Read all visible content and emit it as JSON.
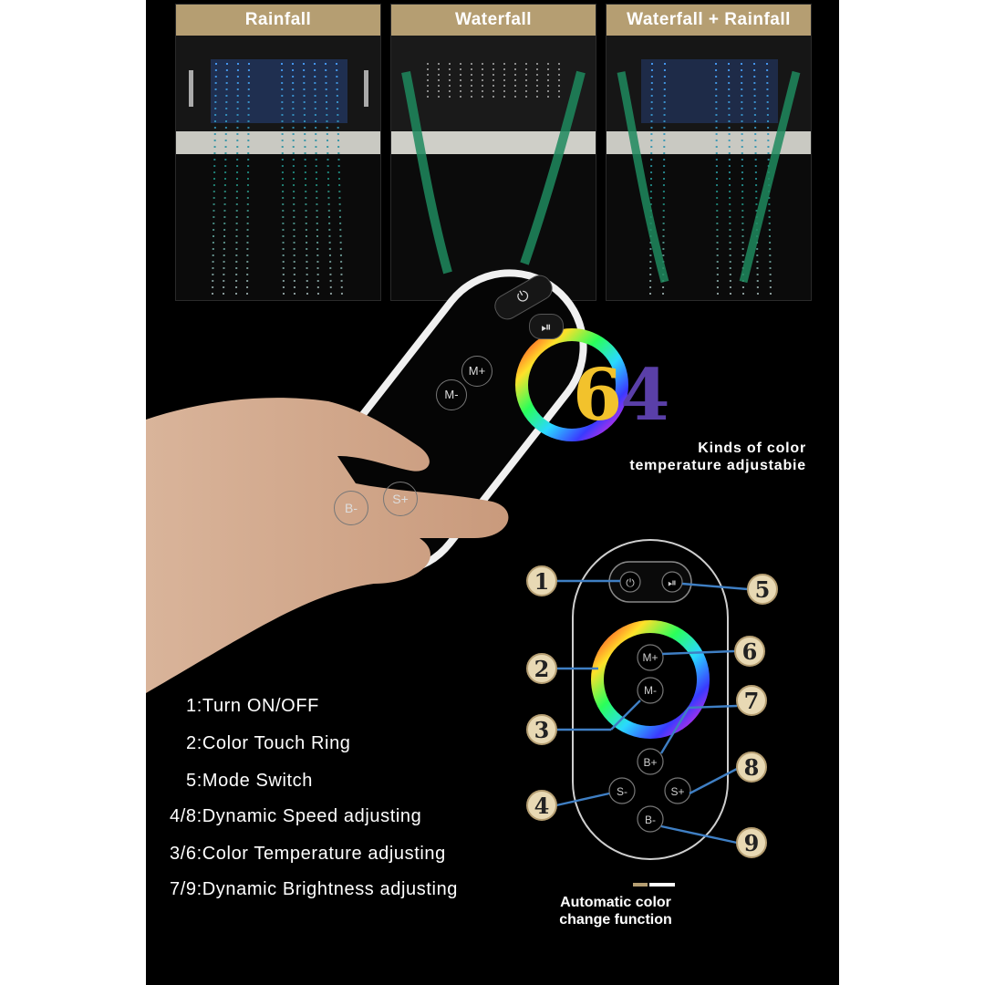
{
  "modes": [
    {
      "label": "Rainfall"
    },
    {
      "label": "Waterfall"
    },
    {
      "label": "Waterfall + Rainfall"
    }
  ],
  "headline": {
    "digit_1": "6",
    "digit_2": "4",
    "line_1": "Kinds of color",
    "line_2": "temperature adjustabie"
  },
  "remote_buttons": {
    "power": "⏻",
    "play_pause": "⏯",
    "mode_up": "M+",
    "mode_down": "M-",
    "brightness_down": "B-",
    "speed_up": "S+"
  },
  "diagram": {
    "buttons": {
      "power": "⏻",
      "play_pause": "⏯",
      "mode_up": "M+",
      "mode_down": "M-",
      "brightness_up": "B+",
      "speed_down": "S-",
      "speed_up": "S+",
      "brightness_down": "B-"
    },
    "callouts": [
      "1",
      "2",
      "3",
      "4",
      "5",
      "6",
      "7",
      "8",
      "9"
    ]
  },
  "features": [
    "1:Turn ON/OFF",
    "2:Color Touch Ring",
    "5:Mode Switch",
    "4/8:Dynamic Speed adjusting",
    "3/6:Color Temperature adjusting",
    "7/9:Dynamic Brightness adjusting"
  ],
  "auto_color": {
    "line_1": "Automatic color",
    "line_2": "change function"
  },
  "colors": {
    "label_gold": "#b59e72",
    "callout_circle": "#e8d9b4",
    "leader_line": "#3f7fc4",
    "background": "#000000",
    "digit_6": "#f2c22c",
    "digit_4": "#5a3fa8"
  }
}
